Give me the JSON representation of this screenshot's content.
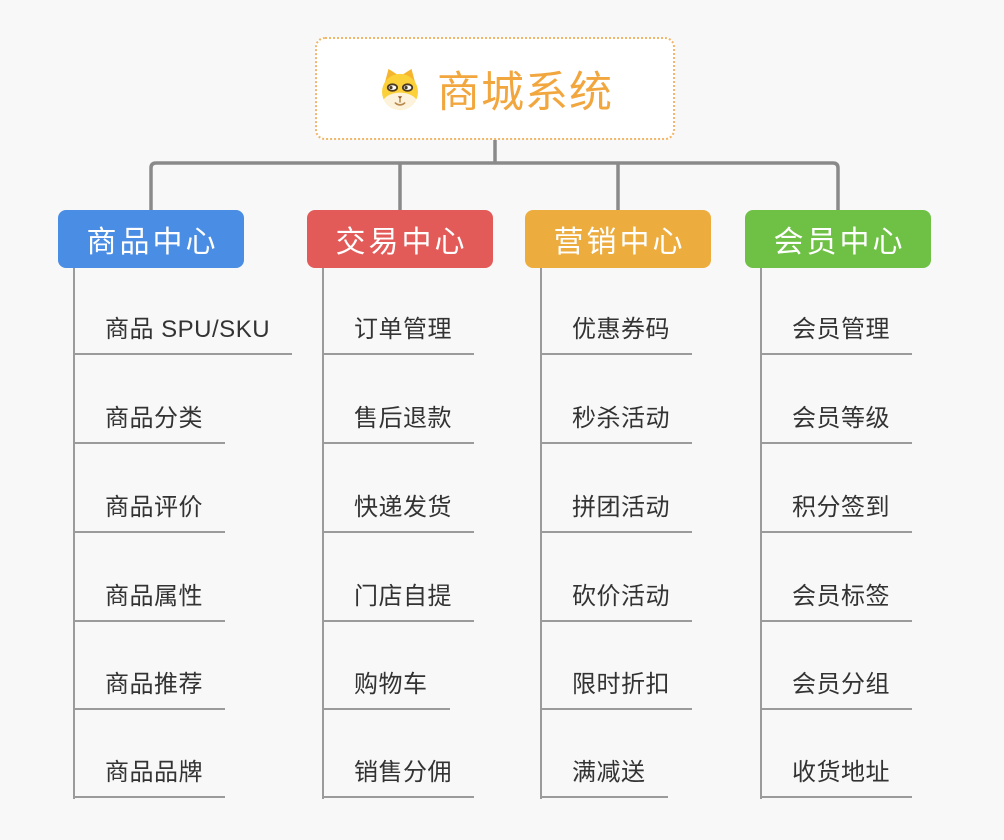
{
  "root": {
    "title": "商城系统",
    "icon": "dog-icon"
  },
  "colors": {
    "root_accent": "#f2a63e",
    "root_border": "#f1b667",
    "connector": "#8a8a8a",
    "leaf_line": "#9b9b9b",
    "leaf_text": "#333333",
    "header_text": "#ffffff",
    "background": "#f8f8f8"
  },
  "branches": [
    {
      "label": "商品中心",
      "color": "#4a8de4",
      "children": [
        "商品 SPU/SKU",
        "商品分类",
        "商品评价",
        "商品属性",
        "商品推荐",
        "商品品牌"
      ]
    },
    {
      "label": "交易中心",
      "color": "#e25b58",
      "children": [
        "订单管理",
        "售后退款",
        "快递发货",
        "门店自提",
        "购物车",
        "销售分佣"
      ]
    },
    {
      "label": "营销中心",
      "color": "#edad3e",
      "children": [
        "优惠券码",
        "秒杀活动",
        "拼团活动",
        "砍价活动",
        "限时折扣",
        "满减送"
      ]
    },
    {
      "label": "会员中心",
      "color": "#6fc146",
      "children": [
        "会员管理",
        "会员等级",
        "积分签到",
        "会员标签",
        "会员分组",
        "收货地址"
      ]
    }
  ]
}
